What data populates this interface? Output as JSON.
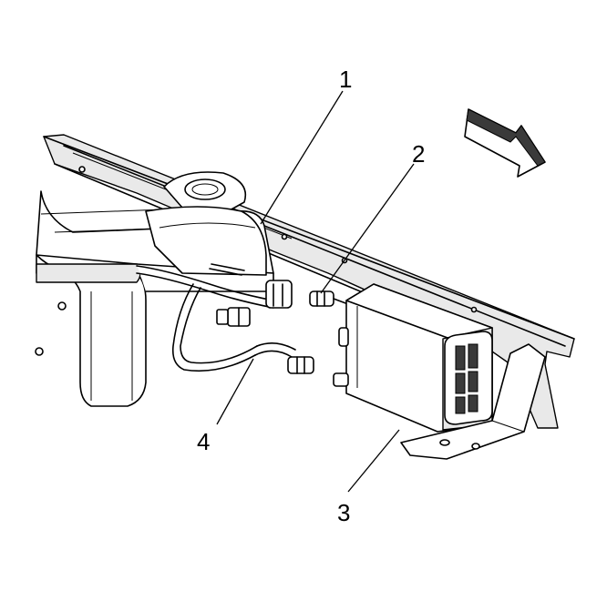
{
  "callouts": {
    "c1": "1",
    "c2": "2",
    "c3": "3",
    "c4": "4"
  },
  "icons": {
    "direction_arrow": "front-direction-arrow-icon"
  },
  "colors": {
    "line": "#000000",
    "background": "#ffffff",
    "shade": "#e9e9e9"
  }
}
